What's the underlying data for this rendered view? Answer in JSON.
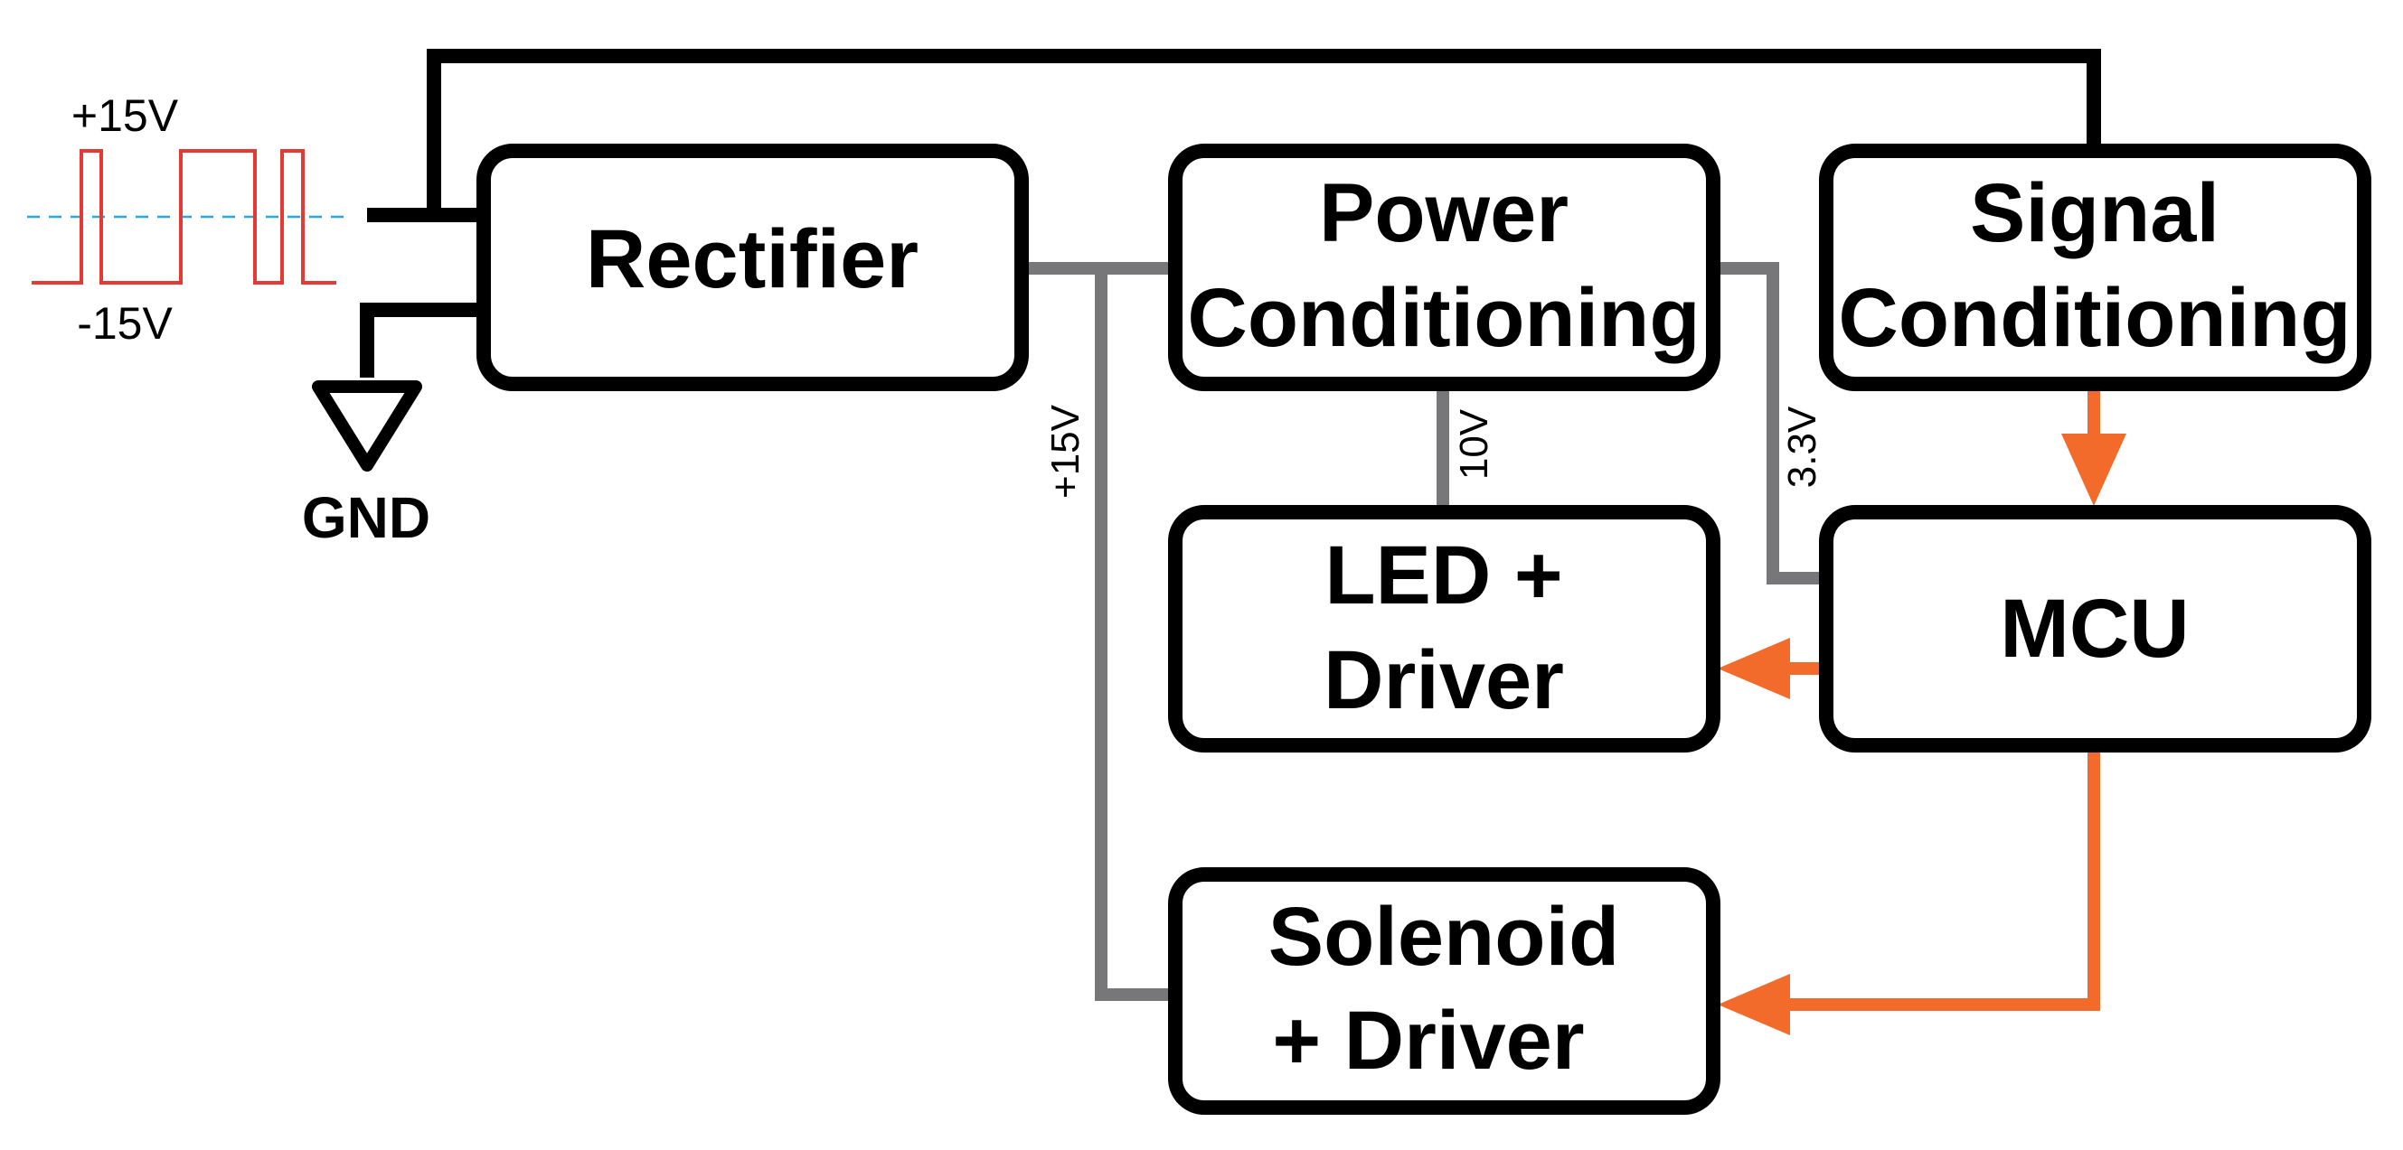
{
  "blocks": {
    "rectifier": {
      "line1": "Rectifier"
    },
    "power": {
      "line1": "Power",
      "line2": "Conditioning"
    },
    "signal": {
      "line1": "Signal",
      "line2": "Conditioning"
    },
    "led": {
      "line1": "LED +",
      "line2": "Driver"
    },
    "mcu": {
      "line1": "MCU"
    },
    "solenoid": {
      "line1": "Solenoid",
      "line2": "+ Driver"
    }
  },
  "waveform": {
    "high_label": "+15V",
    "low_label": "-15V"
  },
  "ground": {
    "label": "GND"
  },
  "rails": {
    "v15": "+15V",
    "v10": "10V",
    "v33": "3.3V"
  },
  "colors": {
    "outline": "#000000",
    "power_wire": "#77777a",
    "signal_wire": "#f26b2a",
    "waveform": "#e53935",
    "zero_line": "#29a8e0"
  }
}
